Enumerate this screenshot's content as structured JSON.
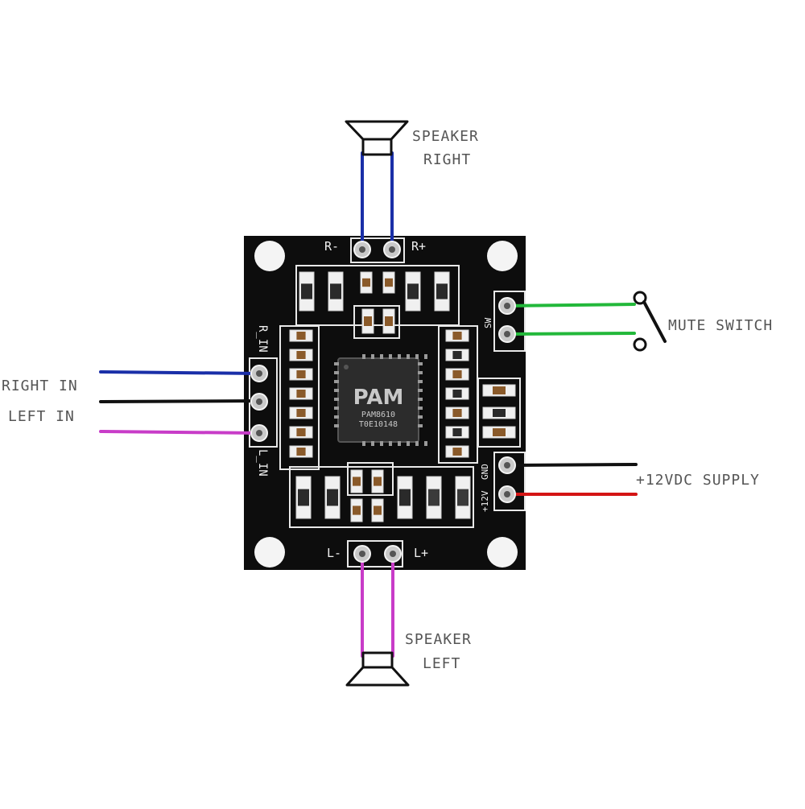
{
  "labels": {
    "speaker_right": [
      "SPEAKER",
      "RIGHT"
    ],
    "speaker_left": [
      "SPEAKER",
      "LEFT"
    ],
    "mute_switch": "MUTE SWITCH",
    "supply": "+12VDC SUPPLY",
    "right_in": "RIGHT IN",
    "left_in": "LEFT IN"
  },
  "board": {
    "pins": {
      "r_minus": "R-",
      "r_plus": "R+",
      "l_minus": "L-",
      "l_plus": "L+",
      "r_in": "R_IN",
      "l_in": "L_IN",
      "sw": "SW",
      "gnd": "GND",
      "v12": "+12V"
    },
    "chip": {
      "logo": "PAM",
      "part": "PAM8610",
      "code": "T0E10148"
    }
  },
  "colors": {
    "background": "#ffffff",
    "board": "#0d0d0d",
    "silk": "#eeeeee",
    "wire_speaker_right": "#1a2fa8",
    "wire_speaker_left": "#c83cc8",
    "wire_mute": "#22b83a",
    "wire_supply_gnd": "#111111",
    "wire_supply_pos": "#d41414",
    "wire_right_in": "#1a2fa8",
    "wire_left_in_gnd": "#111111",
    "wire_left_in": "#c83cc8"
  }
}
